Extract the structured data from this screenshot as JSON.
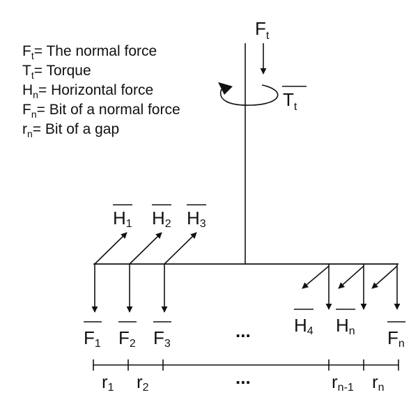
{
  "legend": [
    {
      "sym": "F",
      "sub": "t",
      "text": "= The normal force"
    },
    {
      "sym": "T",
      "sub": "t",
      "text": "= Torque"
    },
    {
      "sym": "H",
      "sub": "n",
      "text": "= Horizontal force"
    },
    {
      "sym": "F",
      "sub": "n",
      "text": "= Bit of a normal force"
    },
    {
      "sym": "r",
      "sub": "n",
      "text": "= Bit of a gap"
    }
  ],
  "top_force": {
    "sym": "F",
    "sub": "t"
  },
  "torque": {
    "sym": "T",
    "sub": "t"
  },
  "h_left": [
    {
      "sym": "H",
      "sub": "1"
    },
    {
      "sym": "H",
      "sub": "2"
    },
    {
      "sym": "H",
      "sub": "3"
    }
  ],
  "h_right": [
    {
      "sym": "H",
      "sub": "4"
    },
    {
      "sym": "H",
      "sub": "n"
    }
  ],
  "f_labels": [
    {
      "sym": "F",
      "sub": "1"
    },
    {
      "sym": "F",
      "sub": "2"
    },
    {
      "sym": "F",
      "sub": "3"
    },
    {
      "sym": "F",
      "sub": "n"
    }
  ],
  "ellipsis": "...",
  "gaps": [
    {
      "sym": "r",
      "sub": "1"
    },
    {
      "sym": "r",
      "sub": "2"
    },
    {
      "sym": "r",
      "sub": "n-1"
    },
    {
      "sym": "r",
      "sub": "n"
    }
  ]
}
